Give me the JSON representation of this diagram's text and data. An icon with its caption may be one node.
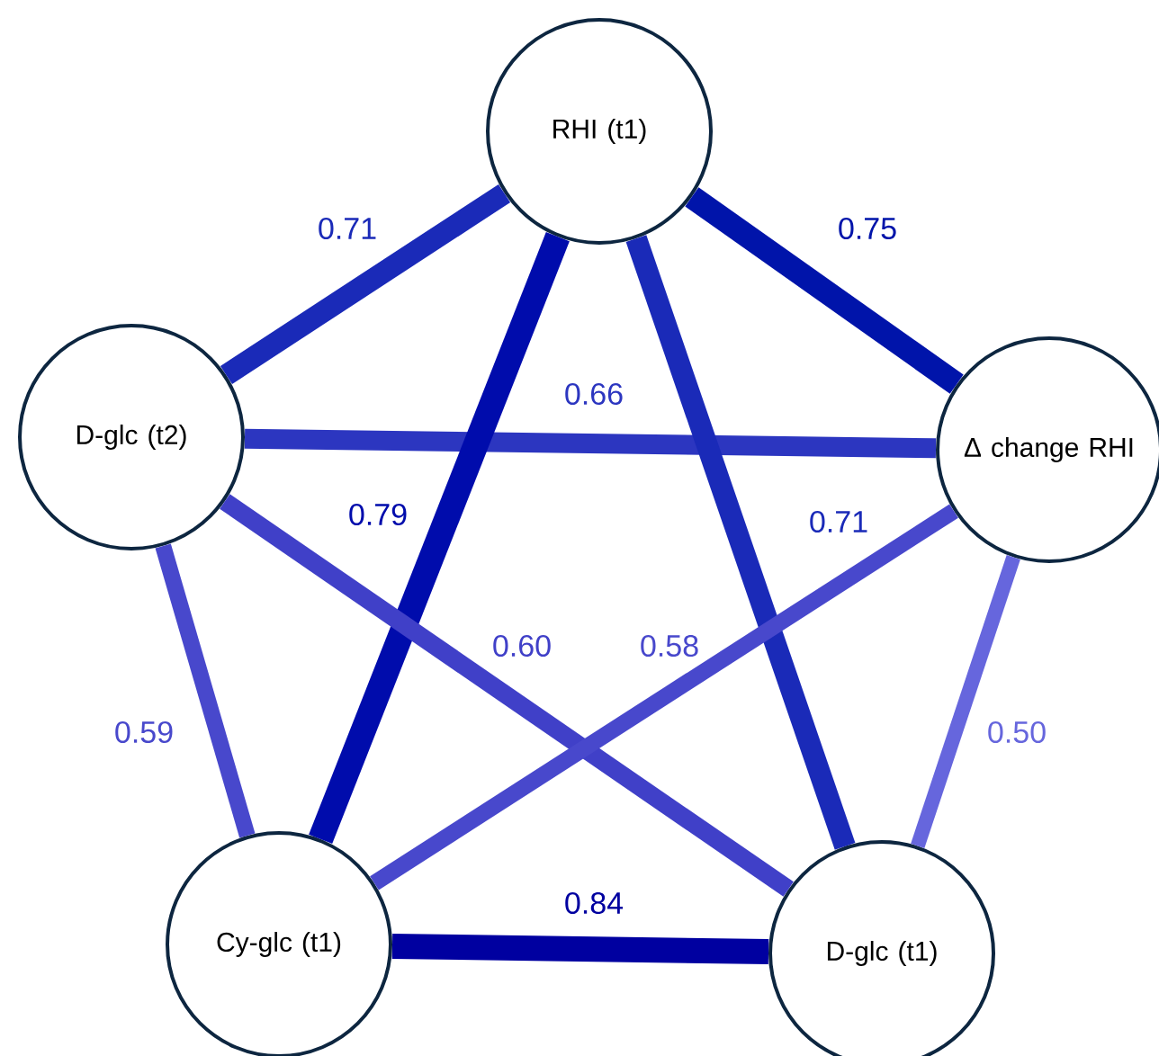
{
  "diagram": {
    "nodes": [
      {
        "text": [
          "RHI (t1)"
        ]
      },
      {
        "text": [
          "D-glc (t2)"
        ]
      },
      {
        "text": [
          "Δ change RHI"
        ]
      },
      {
        "text": [
          "Cy-glc (t1)"
        ]
      },
      {
        "text": [
          "D-glc (t1)"
        ]
      }
    ],
    "edges": [
      {
        "from": 0,
        "to": 1,
        "arrow": "none",
        "label": "0.71",
        "color": "#1a2ab8"
      },
      {
        "from": 0,
        "to": 2,
        "arrow": "none",
        "label": "0.75",
        "color": "#0014aa"
      },
      {
        "from": 1,
        "to": 2,
        "arrow": "none",
        "label": "0.66",
        "color": "#2c36c0"
      },
      {
        "from": 0,
        "to": 3,
        "arrow": "none",
        "label": "0.79",
        "color": "#000cac"
      },
      {
        "from": 0,
        "to": 4,
        "arrow": "none",
        "label": "0.71",
        "color": "#1a2ab8"
      },
      {
        "from": 1,
        "to": 4,
        "arrow": "none",
        "label": "0.60",
        "color": "#4040c8"
      },
      {
        "from": 2,
        "to": 3,
        "arrow": "none",
        "label": "0.58",
        "color": "#4848cc"
      },
      {
        "from": 1,
        "to": 3,
        "arrow": "none",
        "label": "0.59",
        "color": "#4848cc"
      },
      {
        "from": 2,
        "to": 4,
        "arrow": "none",
        "label": "0.50",
        "color": "#6666dd"
      },
      {
        "from": 3,
        "to": 4,
        "arrow": "none",
        "label": "0.84",
        "color": "#0000a0"
      }
    ]
  }
}
